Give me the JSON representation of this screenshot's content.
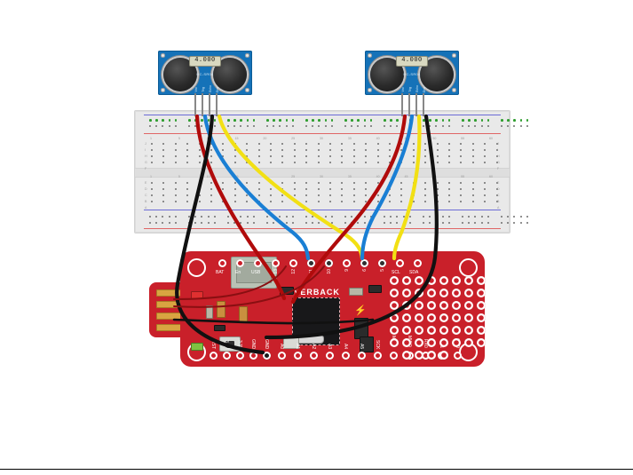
{
  "scene": {
    "title": "Two HC-SR04 ultrasonic sensors wired to a breadboard and an Adafruit Feather-style board",
    "background_color": "#ffffff",
    "rule_color": "#000000"
  },
  "breadboard": {
    "name": "full-size solderless breadboard",
    "body_color": "#e9e9e9",
    "positive_rail_color": "#e06666",
    "negative_rail_color": "#6b6bd6",
    "hole_color": "#6e6e6e",
    "power_hole_color": "#2f9e2f",
    "row_letters_top": [
      "J",
      "I",
      "H",
      "G",
      "F"
    ],
    "row_letters_bottom": [
      "E",
      "D",
      "C",
      "B",
      "A"
    ],
    "column_numbers": [
      "1",
      "5",
      "10",
      "15",
      "20",
      "25",
      "30",
      "35",
      "40",
      "45",
      "50",
      "55",
      "60"
    ]
  },
  "sensors": [
    {
      "id": "sensor-left",
      "model": "HC-SR04",
      "board_color": "#1572b8",
      "crystal_label": "4.000",
      "silk_label": "HC-SR04",
      "pins": [
        "Vcc",
        "Trig",
        "Echo",
        "Gnd"
      ],
      "pin_wire_colors": [
        "#c00c0c",
        "#1a7fd4",
        "#111111",
        "#f2e014"
      ]
    },
    {
      "id": "sensor-right",
      "model": "HC-SR04",
      "board_color": "#1572b8",
      "crystal_label": "4.000",
      "silk_label": "HC-SR04",
      "pins": [
        "Vcc",
        "Trig",
        "Echo",
        "Gnd"
      ],
      "pin_wire_colors": [
        "#c00c0c",
        "#1a7fd4",
        "#f2e014",
        "#111111"
      ]
    }
  ],
  "feather_board": {
    "name": "Adafruit Feather style microcontroller board",
    "silkscreen_name": "SILVERBACK",
    "pcb_color": "#c9202a",
    "silk_color": "#ffffff",
    "top_pin_labels": [
      "BAT",
      "En",
      "USB",
      "13",
      "12",
      "11",
      "10",
      "9",
      "6",
      "5",
      "SCL",
      "SDA"
    ],
    "bottom_pin_labels": [
      "RST",
      "3.3V",
      "3.3V",
      "GND",
      "GND",
      "A0",
      "A1",
      "A2",
      "A3",
      "A4",
      "A5",
      "SCK",
      "MOSI",
      "MISO",
      "RX0",
      "TX1",
      "GND"
    ],
    "edge_connector_pads": 4,
    "proto_grid": {
      "columns": 8,
      "rows": 6
    }
  },
  "wires": [
    {
      "name": "left-sensor-vcc",
      "color": "#c00c0c",
      "from": "left sensor Vcc",
      "to": "feather 3.3V"
    },
    {
      "name": "left-sensor-trig",
      "color": "#1a7fd4",
      "from": "left sensor Trig",
      "to": "feather pin 11"
    },
    {
      "name": "left-sensor-echo",
      "color": "#111111",
      "from": "left sensor Gnd",
      "to": "feather GND"
    },
    {
      "name": "left-sensor-gnd",
      "color": "#f2e014",
      "from": "left sensor Echo",
      "to": "feather pin 10"
    },
    {
      "name": "right-sensor-vcc",
      "color": "#c00c0c",
      "from": "right sensor Vcc",
      "to": "feather 3.3V"
    },
    {
      "name": "right-sensor-trig",
      "color": "#1a7fd4",
      "from": "right sensor Trig",
      "to": "feather pin 6"
    },
    {
      "name": "right-sensor-echo",
      "color": "#f2e014",
      "from": "right sensor Echo",
      "to": "feather pin 5"
    },
    {
      "name": "right-sensor-gnd",
      "color": "#111111",
      "from": "right sensor Gnd",
      "to": "feather GND"
    }
  ]
}
